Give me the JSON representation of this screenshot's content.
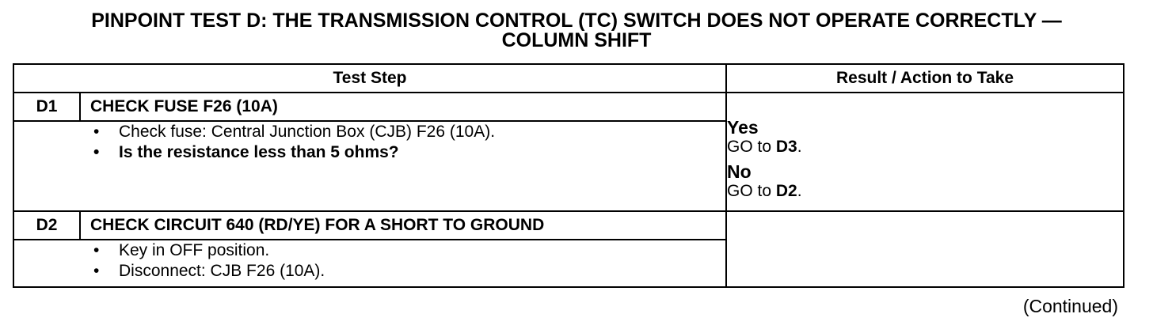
{
  "title": {
    "line1": "PINPOINT TEST  D: THE TRANSMISSION CONTROL (TC) SWITCH DOES NOT OPERATE CORRECTLY —",
    "line2": "COLUMN SHIFT"
  },
  "table": {
    "headers": {
      "test_step": "Test Step",
      "result_action": "Result / Action to Take"
    },
    "steps": [
      {
        "id": "D1",
        "title": "CHECK FUSE F26 (10A)",
        "bullets": [
          {
            "text": "Check fuse: Central Junction Box (CJB) F26 (10A).",
            "bold": false
          },
          {
            "text": "Is the resistance less than 5 ohms?",
            "bold": true
          }
        ],
        "results": [
          {
            "label": "Yes",
            "prefix": "GO to ",
            "target": "D3",
            "suffix": "."
          },
          {
            "label": "No",
            "prefix": "GO to ",
            "target": "D2",
            "suffix": "."
          }
        ]
      },
      {
        "id": "D2",
        "title": "CHECK CIRCUIT 640 (RD/YE) FOR A SHORT TO GROUND",
        "bullets": [
          {
            "text": "Key in OFF position.",
            "bold": false
          },
          {
            "text": "Disconnect: CJB F26 (10A).",
            "bold": false
          }
        ],
        "results": []
      }
    ]
  },
  "footer": {
    "continued": "(Continued)"
  }
}
